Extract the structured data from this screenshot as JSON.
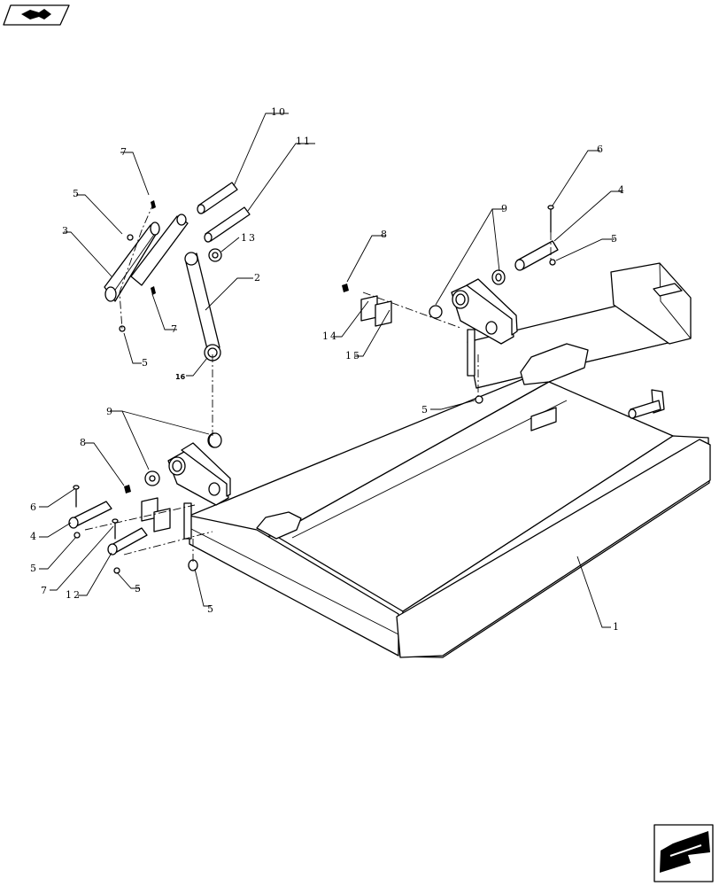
{
  "icons": {
    "top_left": "book-arrow-icon",
    "bottom_right": "arrow-left-down-icon"
  },
  "labels": {
    "l10": "10",
    "l11": "11",
    "l7a": "7",
    "l5a": "5",
    "l3": "3",
    "l13": "13",
    "l2": "2",
    "l7b": "7",
    "l5b": "5",
    "l16": "16",
    "l8a": "8",
    "l14": "14",
    "l15": "15",
    "l9a": "9",
    "l6a": "6",
    "l4a": "4",
    "l5c": "5",
    "l5d": "5",
    "l9b": "9",
    "l8b": "8",
    "l6b": "6",
    "l4b": "4",
    "l5e": "5",
    "l7c": "7",
    "l12": "12",
    "l5f": "5",
    "l5g": "5",
    "l1": "1"
  }
}
